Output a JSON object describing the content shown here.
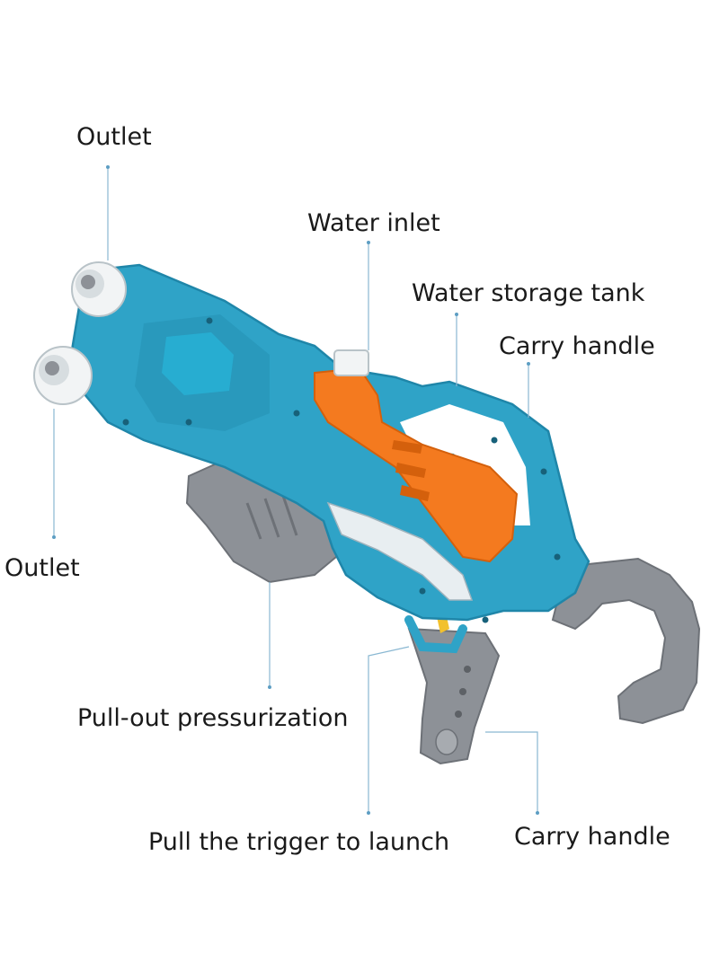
{
  "labels": {
    "outlet_top": "Outlet",
    "water_inlet": "Water inlet",
    "water_storage_tank": "Water storage tank",
    "carry_handle_top": "Carry handle",
    "outlet_left": "Outlet",
    "pullout_pressurization": "Pull-out pressurization",
    "pull_trigger": "Pull the trigger to launch",
    "carry_handle_bottom": "Carry handle"
  },
  "colors": {
    "body_blue": "#2fa3c7",
    "body_blue_dark": "#1f86a9",
    "tank_orange": "#f47a1f",
    "grip_gray": "#8d9197",
    "nozzle_white": "#f2f4f5",
    "leader_line": "#8ab8d2"
  }
}
